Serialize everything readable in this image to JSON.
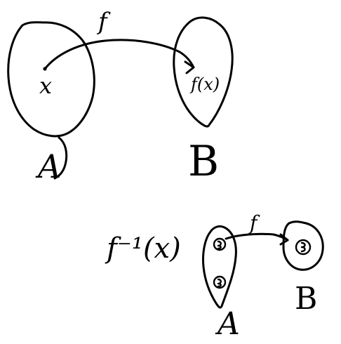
{
  "top_diagram": {
    "domain_label": "A",
    "codomain_label": "B",
    "map_label": "f",
    "element_label": "x",
    "image_label": "f(x)"
  },
  "bottom_diagram": {
    "preimage_label": "f⁻¹(x)",
    "map_label": "f",
    "domain_label": "A",
    "codomain_label": "B"
  },
  "colors": {
    "ink": "#000000",
    "background": "#ffffff"
  }
}
